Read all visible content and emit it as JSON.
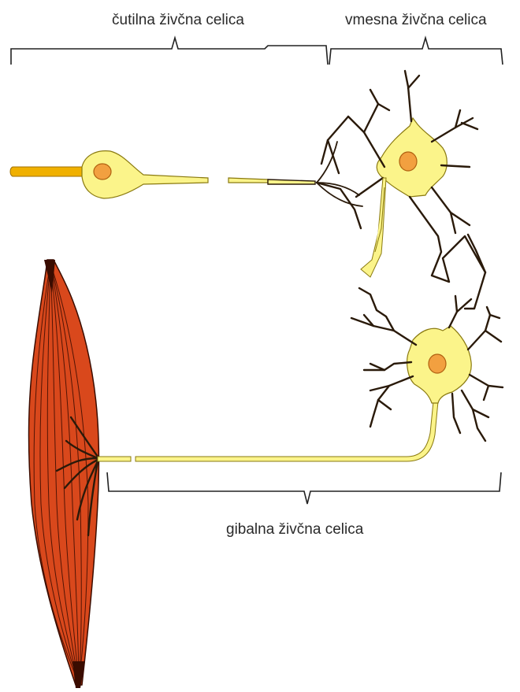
{
  "labels": {
    "sensory": "čutilna živčna celica",
    "inter": "vmesna živčna celica",
    "motor": "gibalna živčna celica"
  },
  "colors": {
    "neuron_fill": "#fbf48a",
    "neuron_outline": "#8a7a10",
    "nucleus": "#f2a040",
    "nucleus_outline": "#b06010",
    "receptor": "#f0b000",
    "dendrite": "#2a1a0a",
    "muscle": "#d9481c",
    "muscle_lines": "#3a0c00",
    "bracket": "#222222"
  }
}
